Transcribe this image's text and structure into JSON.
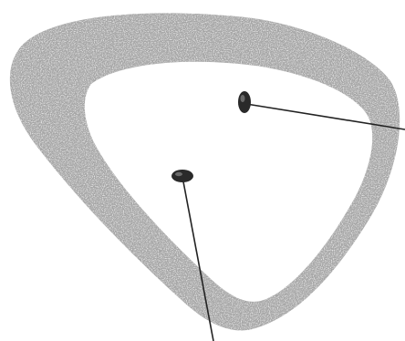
{
  "diagram": {
    "colors": {
      "background": "#ffffff",
      "ring_fill": "#a4a4a4",
      "ring_speckle": "#d9d9d9",
      "marker_fill": "#2a2a2a",
      "marker_highlight": "#6a6a6a",
      "leader_line": "#222222"
    },
    "elements": [
      {
        "name": "rounded-triangle-ring",
        "kind": "shape"
      },
      {
        "name": "upper-right-marker",
        "kind": "point-with-leader-line"
      },
      {
        "name": "lower-left-marker",
        "kind": "point-with-leader-line"
      }
    ]
  }
}
